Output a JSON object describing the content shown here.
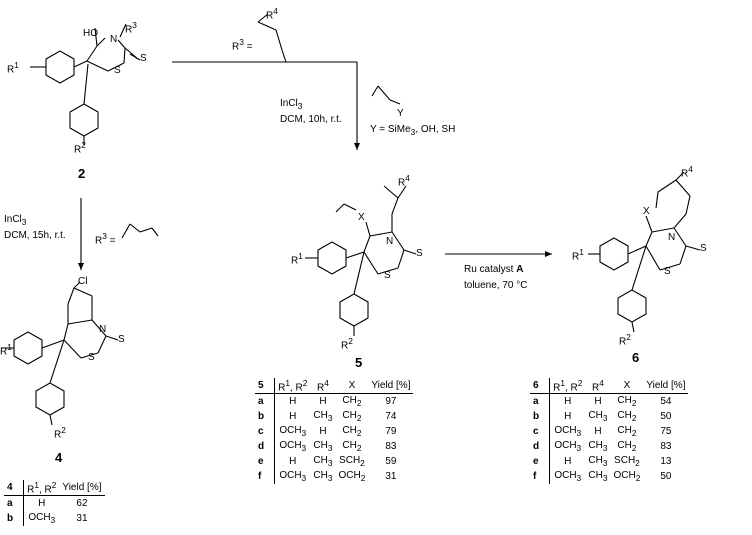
{
  "compounds": {
    "c2": "2",
    "c4": "4",
    "c5": "5",
    "c6": "6"
  },
  "atoms": {
    "HO": "HO",
    "N": "N",
    "S": "S",
    "Cl": "Cl",
    "X": "X",
    "R": "R",
    "one": "1",
    "two": "2",
    "three": "3",
    "four": "4"
  },
  "conditions": {
    "r3_eq": "R",
    "r3_eq_sup": "3",
    "r3_eq_tail": " =",
    "top_reagent": "InCl",
    "top_reagent_sub": "3",
    "top_solvent": "DCM, 10h, r.t.",
    "y_label": "Y",
    "y_def": "Y = SiMe",
    "y_def_sub": "3",
    "y_def_tail": ", OH, SH",
    "left_reagent": "InCl",
    "left_reagent_sub": "3",
    "left_solvent": "DCM, 15h, r.t.",
    "ru_catalyst": "Ru catalyst ",
    "ru_catalyst_bold": "A",
    "ru_conditions": "toluene, 70 °C"
  },
  "tables": {
    "t4": {
      "head": [
        "4",
        "R1, R2",
        "Yield [%]"
      ],
      "rows": [
        [
          "a",
          "H",
          "62"
        ],
        [
          "b",
          "OCH3",
          "31"
        ]
      ]
    },
    "t5": {
      "head": [
        "5",
        "R1, R2",
        "R4",
        "X",
        "Yield [%]"
      ],
      "rows": [
        [
          "a",
          "H",
          "H",
          "CH2",
          "97"
        ],
        [
          "b",
          "H",
          "CH3",
          "CH2",
          "74"
        ],
        [
          "c",
          "OCH3",
          "H",
          "CH2",
          "79"
        ],
        [
          "d",
          "OCH3",
          "CH3",
          "CH2",
          "83"
        ],
        [
          "e",
          "H",
          "CH3",
          "SCH2",
          "59"
        ],
        [
          "f",
          "OCH3",
          "CH3",
          "OCH2",
          "31"
        ]
      ]
    },
    "t6": {
      "head": [
        "6",
        "R1, R2",
        "R4",
        "X",
        "Yield [%]"
      ],
      "rows": [
        [
          "a",
          "H",
          "H",
          "CH2",
          "54"
        ],
        [
          "b",
          "H",
          "CH3",
          "CH2",
          "50"
        ],
        [
          "c",
          "OCH3",
          "H",
          "CH2",
          "75"
        ],
        [
          "d",
          "OCH3",
          "CH3",
          "CH2",
          "83"
        ],
        [
          "e",
          "H",
          "CH3",
          "SCH2",
          "13"
        ],
        [
          "f",
          "OCH3",
          "CH3",
          "OCH2",
          "50"
        ]
      ]
    }
  }
}
